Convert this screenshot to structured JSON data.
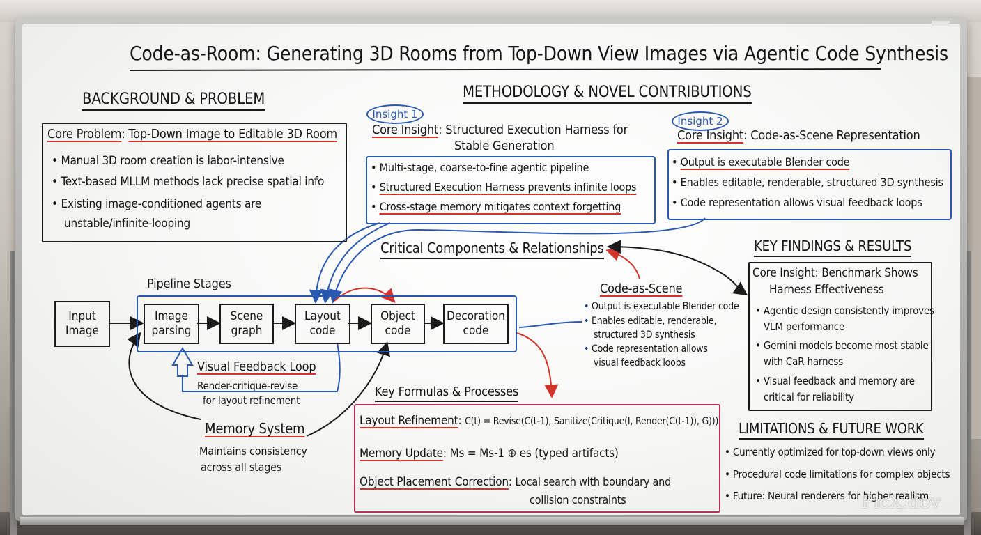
{
  "title": "Code-as-Room: Generating 3D Rooms from Top-Down View Images via Agentic Code Synthesis",
  "background": {
    "heading": "BACKGROUND & PROBLEM",
    "box_label": "Core Problem",
    "box_title": "Top-Down Image to Editable 3D Room",
    "bullets": [
      "Manual 3D room creation is labor-intensive",
      "Text-based MLLM methods lack precise spatial info",
      "Existing image-conditioned agents are",
      "unstable/infinite-looping"
    ]
  },
  "methodology": {
    "heading": "METHODOLOGY & NOVEL CONTRIBUTIONS",
    "insight1": {
      "tag": "Insight 1",
      "label": "Core Insight",
      "text_line1": "Structured Execution Harness for",
      "text_line2": "Stable Generation",
      "bullets": [
        "Multi-stage, coarse-to-fine agentic pipeline",
        "Structured Execution Harness prevents infinite loops",
        "Cross-stage memory mitigates context forgetting"
      ]
    },
    "insight2": {
      "tag": "Insight 2",
      "label": "Core Insight",
      "text": "Code-as-Scene Representation",
      "bullets": [
        "Output is executable Blender code",
        "Enables editable, renderable, structured 3D synthesis",
        "Code representation allows visual feedback loops"
      ]
    }
  },
  "components": {
    "heading": "Critical Components & Relationships",
    "pipeline_label": "Pipeline Stages",
    "input_node": "Input\nImage",
    "stages": [
      "Image\nparsing",
      "Scene\ngraph",
      "Layout\ncode",
      "Object\ncode",
      "Decoration\ncode"
    ],
    "feedback_title": "Visual Feedback Loop",
    "feedback_line1": "Render-critique-revise",
    "feedback_line2": "for layout refinement",
    "memory_title": "Memory System",
    "memory_line1": "Maintains consistency",
    "memory_line2": "across all stages",
    "code_scene_title": "Code-as-Scene",
    "code_scene_lines": [
      "Output is executable Blender code",
      "Enables editable, renderable,",
      "structured 3D synthesis",
      "Code representation allows",
      "visual feedback loops"
    ]
  },
  "formulas": {
    "heading": "Key Formulas & Processes",
    "layout_label": "Layout Refinement",
    "layout_formula": "C(t) = Revise(C(t-1), Sanitize(Critique(I, Render(C(t-1)), G)))",
    "memory_label": "Memory Update",
    "memory_formula": "Ms = Ms-1 ⊕ es (typed artifacts)",
    "placement_label": "Object Placement Correction",
    "placement_line1": "Local search with boundary and",
    "placement_line2": "collision constraints"
  },
  "findings": {
    "heading": "KEY FINDINGS & RESULTS",
    "box_title_line1": "Core Insight: Benchmark Shows",
    "box_title_line2": "Harness Effectiveness",
    "bullets": [
      "Agentic design consistently improves",
      "VLM performance",
      "Gemini models become most stable",
      "with CaR harness",
      "Visual feedback and memory are",
      "critical for reliability"
    ]
  },
  "limitations": {
    "heading": "LIMITATIONS & FUTURE WORK",
    "bullets": [
      "Currently optimized for top-down views only",
      "Procedural code limitations for complex objects",
      "Future: Neural renderers for higher realism"
    ]
  },
  "watermark": "PicX.dev",
  "colors": {
    "ink": "#151515",
    "blue": "#2a58b0",
    "red": "#d2342c",
    "magenta": "#b0345d",
    "board": "#f6f7f5"
  }
}
